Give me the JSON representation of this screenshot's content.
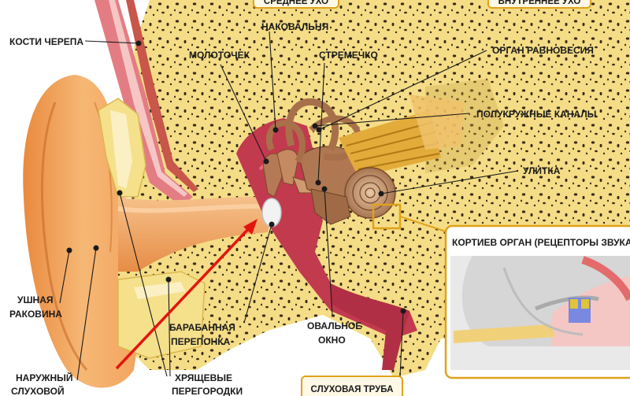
{
  "headers": {
    "middle_ear": "СРЕДНЕЕ УХО",
    "inner_ear": "ВНУТРЕННЕЕ УХО",
    "auditory_tube": "СЛУХОВАЯ ТРУБА"
  },
  "labels": {
    "skull_bones": "КОСТИ ЧЕРЕПА",
    "incus": "НАКОВАЛЬНЯ",
    "malleus": "МОЛОТОЧЕК",
    "stapes": "СТРЕМЕЧКО",
    "vestibular_organ": "ОРГАН РАВНОВЕСИЯ",
    "semicircular_canals": "ПОЛУКРУЖНЫЕ КАНАЛЫ",
    "cochlea": "УЛИТКА",
    "pinna_line1": "УШНАЯ",
    "pinna_line2": "РАКОВИНА",
    "external_canal_line1": "НАРУЖНЫЙ",
    "external_canal_line2": "СЛУХОВОЙ",
    "eardrum_line1": "БАРАБАННАЯ",
    "eardrum_line2": "ПЕРЕПОНКА",
    "cartilage_line1": "ХРЯЩЕВЫЕ",
    "cartilage_line2": "ПЕРЕГОРОДКИ",
    "oval_window_line1": "ОВАЛЬНОЕ",
    "oval_window_line2": "ОКНО"
  },
  "inset": {
    "title": "КОРТИЕВ ОРГАН (РЕЦЕПТОРЫ ЗВУКА"
  },
  "colors": {
    "skin": "#f0a45c",
    "bone": "#f3de8a",
    "cavity": "#c23a4e",
    "cochlea": "#a8704a",
    "annotation_arrow": "#e3140f",
    "accent_box": "#e0a21a"
  }
}
